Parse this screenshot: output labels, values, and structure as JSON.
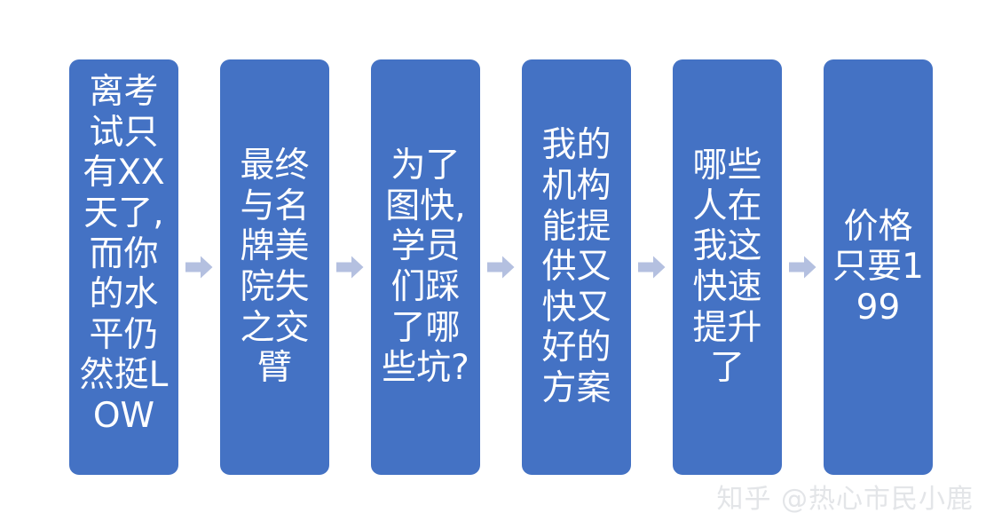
{
  "diagram": {
    "type": "horizontal-process-flow",
    "title": "",
    "box_color": "#4472C4",
    "text_color": "#FFFFFF",
    "arrow_color": "#B4C0E0",
    "background": "#FFFFFF",
    "step_count": 6,
    "arrow_icon": "right-block-arrow-icon",
    "steps": [
      {
        "index": 1,
        "text": "离考试只有XX天了,而你的水平仍然挺LOW",
        "align": "top"
      },
      {
        "index": 2,
        "text": "最终与名牌美院失之交臂",
        "align": "middle"
      },
      {
        "index": 3,
        "text": "为了图快,学员们踩了哪些坑?",
        "align": "middle"
      },
      {
        "index": 4,
        "text": "我的机构能提供又快又好的方案",
        "align": "middle"
      },
      {
        "index": 5,
        "text": "哪些人在我这快速提升了",
        "align": "middle"
      },
      {
        "index": 6,
        "text": "价格只要199",
        "align": "middle"
      }
    ]
  },
  "watermark": {
    "text": "知乎 @热心市民小鹿",
    "color": "#E3E5E8"
  }
}
